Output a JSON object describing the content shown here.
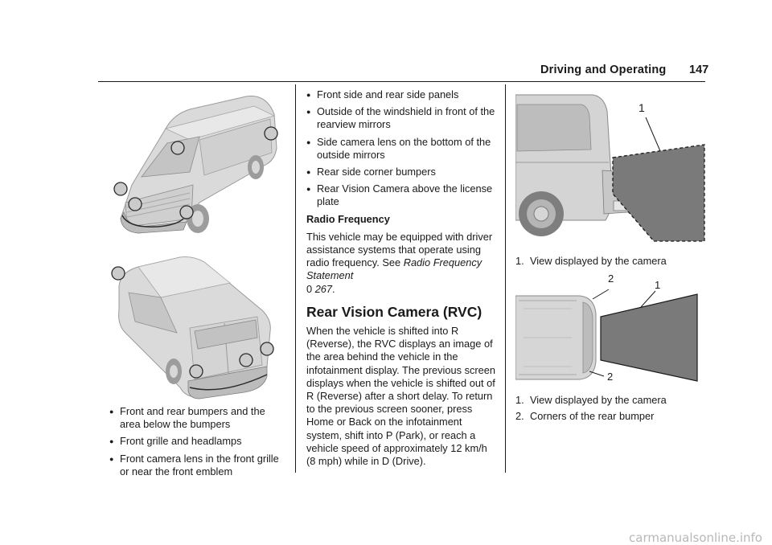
{
  "header": {
    "section_title": "Driving and Operating",
    "page_number": "147"
  },
  "left_column": {
    "bullets": [
      "Front and rear bumpers and the area below the bumpers",
      "Front grille and headlamps",
      "Front camera lens in the front grille or near the front emblem"
    ]
  },
  "middle_column": {
    "bullets": [
      "Front side and rear side panels",
      "Outside of the windshield in front of the rearview mirrors",
      "Side camera lens on the bottom of the outside mirrors",
      "Rear side corner bumpers",
      "Rear Vision Camera above the license plate"
    ],
    "subheading": "Radio Frequency",
    "para1_text": "This vehicle may be equipped with driver assistance systems that operate using radio frequency. See",
    "para1_link": "Radio Frequency Statement",
    "para1_ref_symbol": "0",
    "para1_ref_page": "267",
    "para1_end": ".",
    "heading": "Rear Vision Camera (RVC)",
    "para2": "When the vehicle is shifted into R (Reverse), the RVC displays an image of the area behind the vehicle in the infotainment display. The previous screen displays when the vehicle is shifted out of R (Reverse) after a short delay. To return to the previous screen sooner, press Home or Back on the infotainment system, shift into P (Park), or reach a vehicle speed of approximately 12 km/h (8 mph) while in D (Drive)."
  },
  "right_column": {
    "figure1_callout": "1",
    "figure1_list": [
      {
        "num": "1.",
        "text": "View displayed by the camera"
      }
    ],
    "figure2_callouts": {
      "one": "1",
      "two_top": "2",
      "two_bottom": "2"
    },
    "figure2_list": [
      {
        "num": "1.",
        "text": "View displayed by the camera"
      },
      {
        "num": "2.",
        "text": "Corners of the rear bumper"
      }
    ]
  },
  "footer": {
    "watermark": "carmanualsonline.info"
  },
  "colors": {
    "ink": "#1a1a1a",
    "van_body": "#dcdcdc",
    "van_shadow": "#bfbfbf",
    "view_area": "#7a7a7a",
    "marker_fill": "#c9c9c9"
  }
}
